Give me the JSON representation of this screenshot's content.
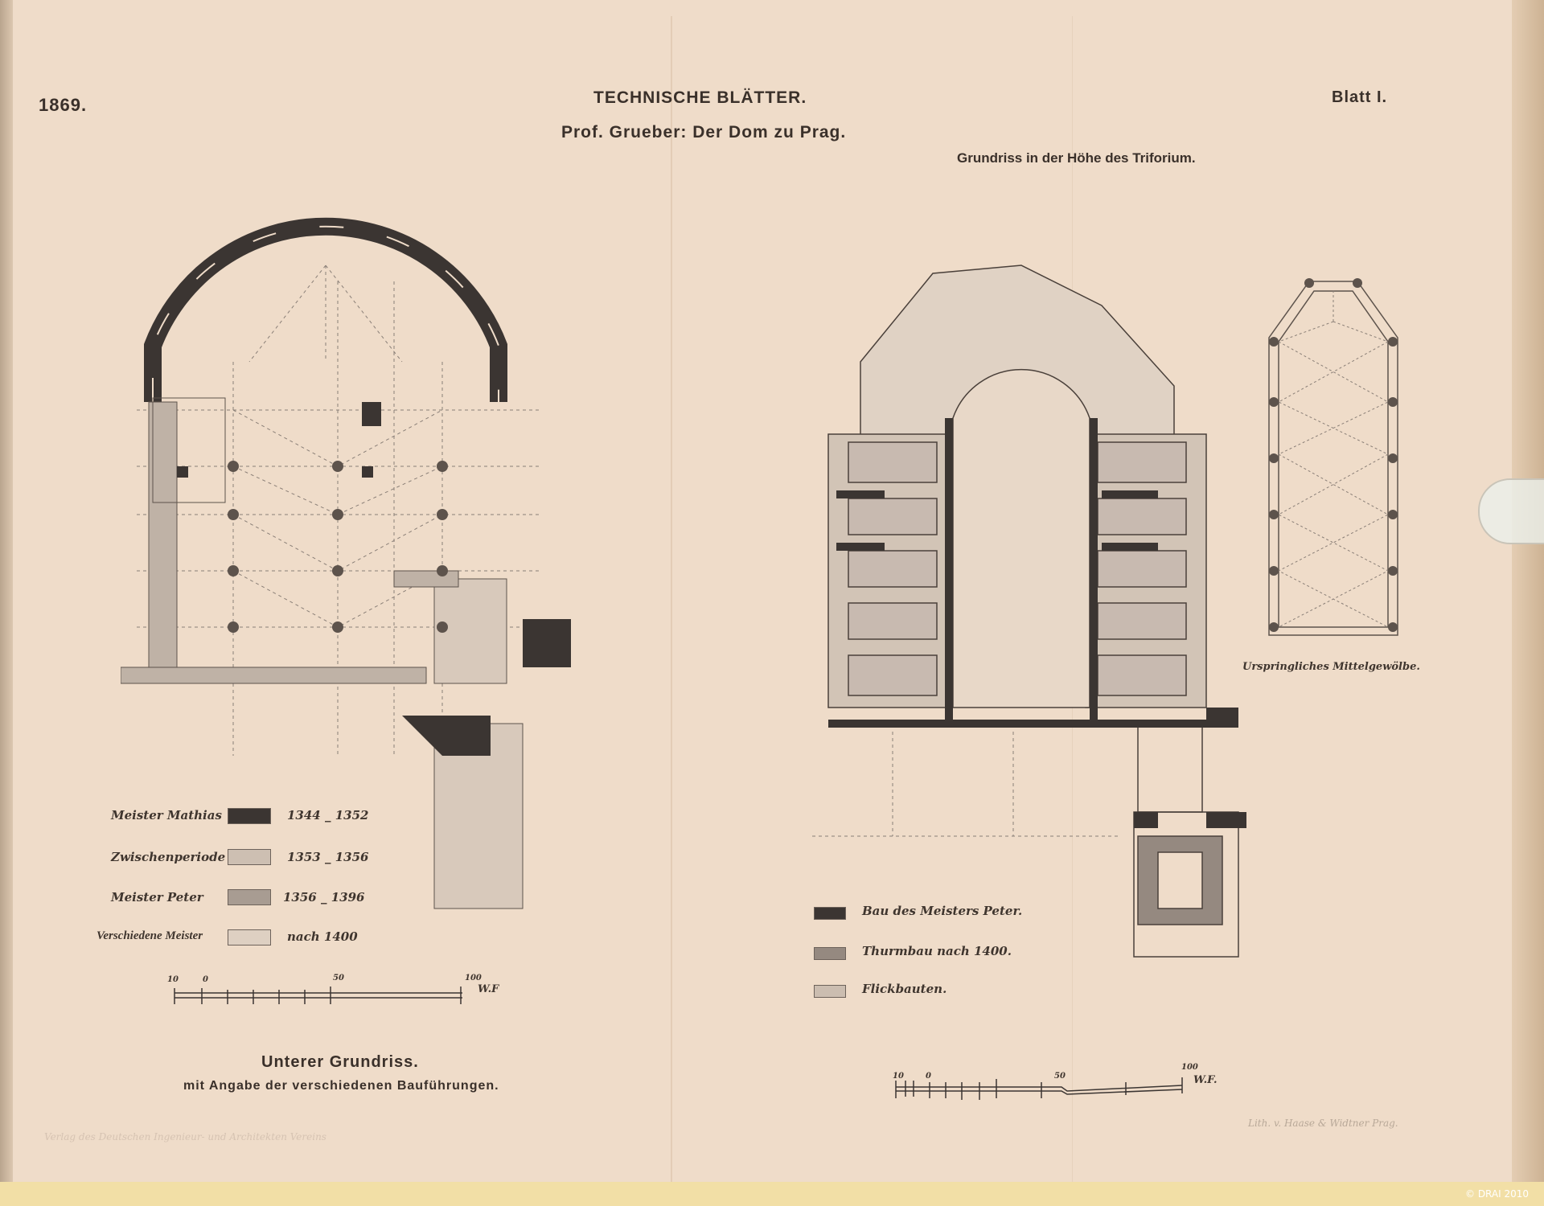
{
  "header": {
    "year": "1869.",
    "journal": "TECHNISCHE BLÄTTER.",
    "article": "Prof. Grueber: Der Dom zu Prag.",
    "plate": "Blatt I."
  },
  "left_plan": {
    "legend": [
      {
        "label": "Meister Mathias",
        "dates": "1344 _ 1352",
        "color": "#3b3532"
      },
      {
        "label": "Zwischenperiode",
        "dates": "1353 _ 1356",
        "color": "#cdbfb2"
      },
      {
        "label": "Meister Peter",
        "dates": "1356 _ 1396",
        "color": "#a89c92"
      },
      {
        "label": "Verschiedene Meister",
        "dates": "nach  1400",
        "color": "#ded0c2"
      }
    ],
    "scale": {
      "ticks": [
        "10",
        "0",
        "50",
        "100"
      ],
      "unit": "W.F"
    },
    "title": "Unterer Grundriss.",
    "subtitle": "mit Angabe der verschiedenen Bauführungen.",
    "publisher": "Verlag des Deutschen Ingenieur- und Architekten Vereins"
  },
  "right_plan": {
    "title": "Grundriss in der Höhe des Triforium.",
    "inset_caption": "Urspringliches Mittelgewölbe.",
    "legend": [
      {
        "label": "Bau des Meisters Peter.",
        "color": "#3b3532"
      },
      {
        "label": "Thurmbau nach 1400.",
        "color": "#958980"
      },
      {
        "label": "Flickbauten.",
        "color": "#cbbdb0"
      }
    ],
    "scale": {
      "ticks": [
        "10",
        "0",
        "50",
        "100"
      ],
      "unit": "W.F."
    },
    "lithographer": "Lith. v. Haase & Widtner Prag."
  },
  "copyright": "© DRAI 2010"
}
